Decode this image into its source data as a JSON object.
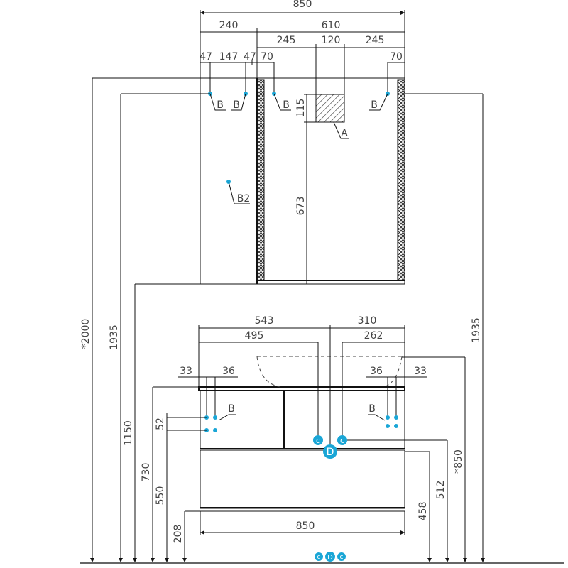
{
  "accent_color": "#1aa6d6",
  "top_dims": {
    "overall": "850",
    "side": "240",
    "mirror": "610",
    "left_gap": "245",
    "box": "120",
    "right_gap": "245",
    "d47a": "47",
    "d147": "147",
    "d47b": "47",
    "d70a": "70",
    "d70b": "70",
    "box_h": "115",
    "box_height_pos": "673"
  },
  "markers": {
    "b": "B",
    "b2": "B2",
    "a": "A",
    "c": "c",
    "d": "D"
  },
  "left_heights": {
    "h2000": "*2000",
    "h1935": "1935",
    "h1150": "1150",
    "h730": "730",
    "h550": "550",
    "h52": "52",
    "h208": "208"
  },
  "right_heights": {
    "h1935": "1935",
    "h850": "*850",
    "h512": "512",
    "h458": "458"
  },
  "base_dims": {
    "d543": "543",
    "d310": "310",
    "d495": "495",
    "d262": "262",
    "l33": "33",
    "l36": "36",
    "r36": "36",
    "r33": "33",
    "width": "850"
  }
}
